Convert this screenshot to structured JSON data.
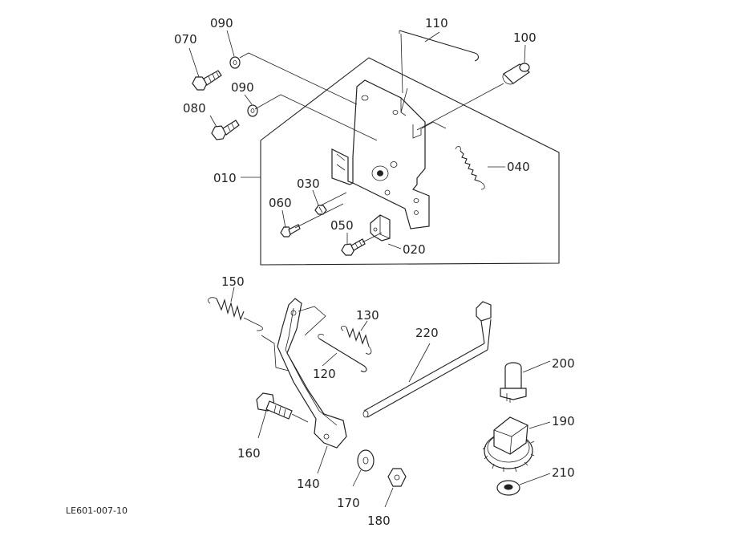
{
  "diagram": {
    "drawing_code": "LE601-007-10",
    "parts": {
      "p010": "010",
      "p020": "020",
      "p030": "030",
      "p040": "040",
      "p050": "050",
      "p060": "060",
      "p070": "070",
      "p080": "080",
      "p090a": "090",
      "p090b": "090",
      "p100": "100",
      "p110": "110",
      "p120": "120",
      "p130": "130",
      "p140": "140",
      "p150": "150",
      "p160": "160",
      "p170": "170",
      "p180": "180",
      "p190": "190",
      "p200": "200",
      "p210": "210",
      "p220": "220"
    }
  }
}
